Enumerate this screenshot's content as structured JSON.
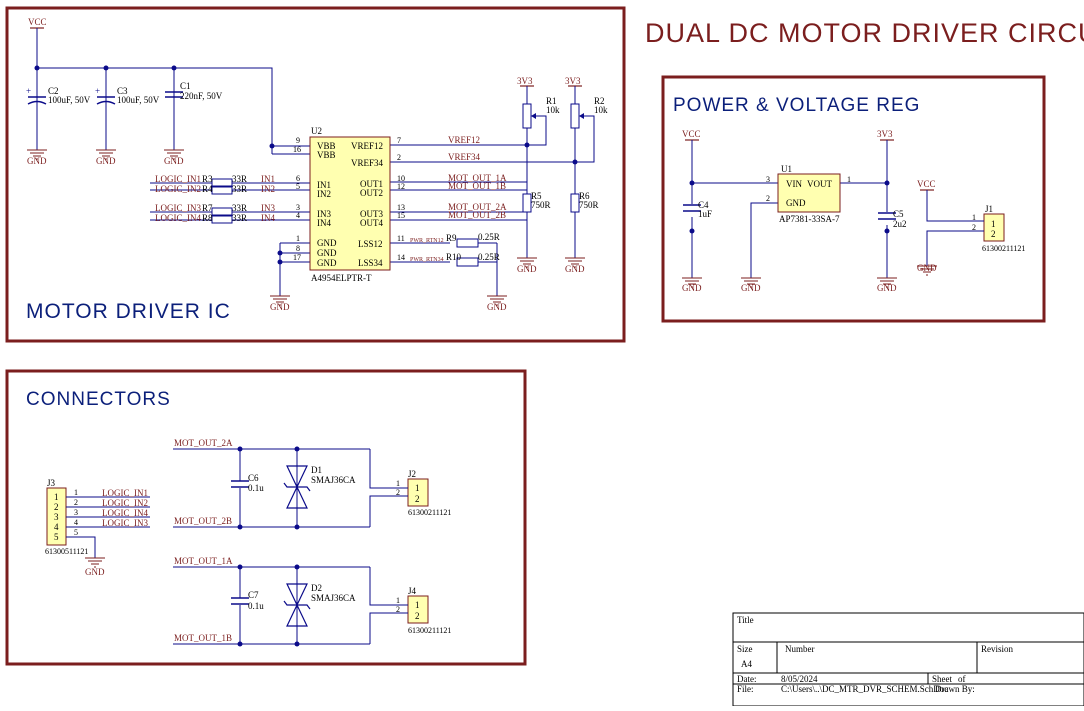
{
  "title": "DUAL DC MOTOR DRIVER CIRCUIT",
  "colors": {
    "background": "#fffdf2",
    "border": "#7b1e1e",
    "wire": "#0b0b8a",
    "net": "#7b1e1e",
    "part": "#ffffb0",
    "text": "#000000",
    "heading": "#0b1f7a"
  },
  "sections": {
    "motor": "MOTOR DRIVER IC",
    "power": "POWER & VOLTAGE REG",
    "conn": "CONNECTORS"
  },
  "labels": {
    "vcc": "VCC",
    "gnd": "GND",
    "v3v3": "3V3",
    "c1": "C1",
    "c1v": "220nF, 50V",
    "c2": "C2",
    "c2v": "100uF, 50V",
    "c3": "C3",
    "c3v": "100uF, 50V",
    "c4": "C4",
    "c4v": "1uF",
    "c5": "C5",
    "c5v": "2u2",
    "c6": "C6",
    "c6v": "0.1u",
    "c7": "C7",
    "c7v": "0.1u",
    "r1": "R1",
    "r1v": "10k",
    "r2": "R2",
    "r2v": "10k",
    "r3": "R3",
    "r4": "R4",
    "r7": "R7",
    "r8": "R8",
    "r33": "33R",
    "r5": "R5",
    "r6": "R6",
    "r750": "750R",
    "r9": "R9",
    "r10": "R10",
    "r025": "0.25R",
    "d1": "D1",
    "d2": "D2",
    "dv": "SMAJ36CA",
    "u1": "U1",
    "u1p": "AP7381-33SA-7",
    "u2": "U2",
    "u2p": "A4954ELPTR-T",
    "j1": "J1",
    "j2": "J2",
    "j3": "J3",
    "j4": "J4",
    "hdr2": "61300211121",
    "hdr5": "61300511121",
    "vbb": "VBB",
    "in1": "IN1",
    "in2": "IN2",
    "in3": "IN3",
    "in4": "IN4",
    "vref12": "VREF12",
    "vref34": "VREF34",
    "out1": "OUT1",
    "out2": "OUT2",
    "out3": "OUT3",
    "out4": "OUT4",
    "lss12": "LSS12",
    "lss34": "LSS34",
    "vin": "VIN",
    "vout": "VOUT",
    "logic_in1": "LOGIC_IN1",
    "logic_in2": "LOGIC_IN2",
    "logic_in3": "LOGIC_IN3",
    "logic_in4": "LOGIC_IN4",
    "mot_out_1a": "MOT_OUT_1A",
    "mot_out_1b": "MOT_OUT_1B",
    "mot_out_2a": "MOT_OUT_2A",
    "mot_out_2b": "MOT_OUT_2B",
    "pwr_rtn12": "PWR_RTN12",
    "pwr_rtn34": "PWR_RTN34",
    "p1": "1",
    "p2": "2",
    "p3": "3",
    "p4": "4",
    "p5": "5",
    "p6": "6",
    "p7": "7",
    "p8": "8",
    "p9": "9",
    "p10": "10",
    "p11": "11",
    "p12": "12",
    "p13": "13",
    "p14": "14",
    "p15": "15",
    "p16": "16",
    "p17": "17",
    "plus": "+"
  },
  "title_block": {
    "title": "Title",
    "size": "Size",
    "size_val": "A4",
    "number": "Number",
    "revision": "Revision",
    "date": "Date:",
    "date_val": "8/05/2024",
    "sheet": "Sheet",
    "of": "of",
    "file": "File:",
    "file_val": "C:\\Users\\..\\DC_MTR_DVR_SCHEM.SchDoc",
    "drawn": "Drawn By:"
  }
}
